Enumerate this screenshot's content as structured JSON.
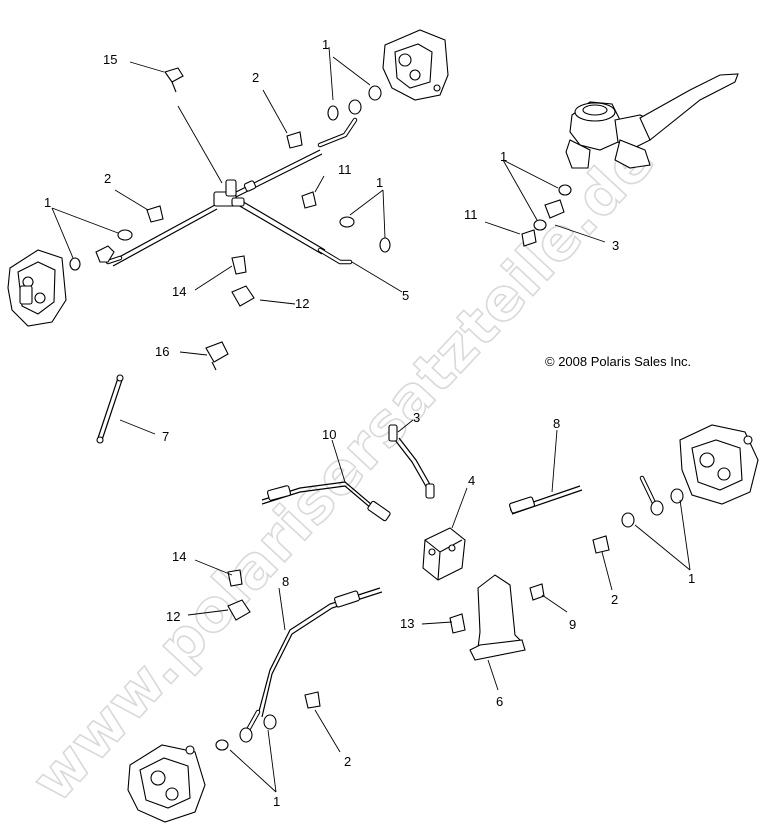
{
  "copyright": "© 2008 Polaris Sales Inc.",
  "watermark": "www.polarisersatzteile.de",
  "callouts": {
    "c15": "15",
    "c1a": "1",
    "c2a": "2",
    "c2b": "2",
    "c11a": "11",
    "c1b": "1",
    "c1c": "1",
    "c1d": "1",
    "c11b": "11",
    "c3a": "3",
    "c5": "5",
    "c14a": "14",
    "c12a": "12",
    "c16": "16",
    "c7": "7",
    "c10": "10",
    "c3b": "3",
    "c8a": "8",
    "c4": "4",
    "c1e": "1",
    "c2c": "2",
    "c9": "9",
    "c13": "13",
    "c6": "6",
    "c14b": "14",
    "c12b": "12",
    "c8b": "8",
    "c2d": "2",
    "c1f": "1"
  }
}
